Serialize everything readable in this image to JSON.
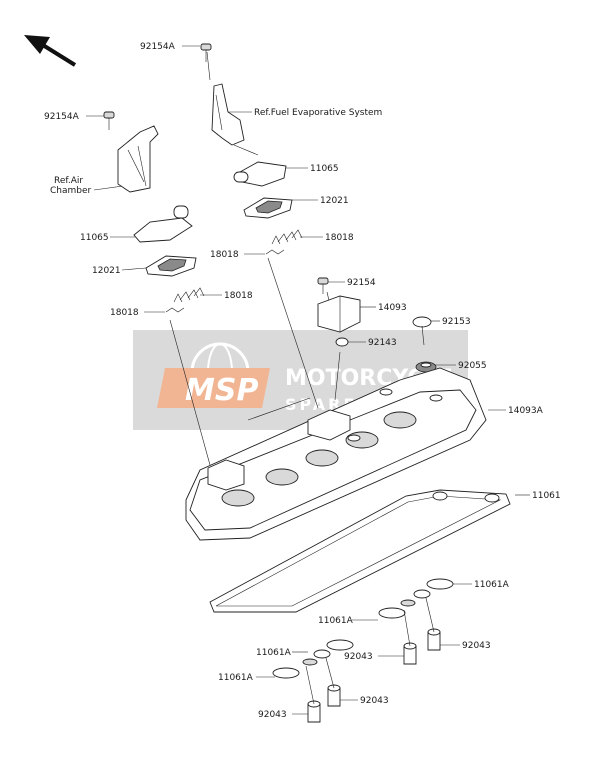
{
  "watermark": {
    "logo_text": "MSP",
    "line1": "MOTORCYCLE",
    "line2": "SPARE PARTS"
  },
  "labels": {
    "p92154A_top": "92154A",
    "ref_fuel": "Ref.Fuel Evaporative System",
    "p11065_r": "11065",
    "p12021_r": "12021",
    "p18018_r1": "18018",
    "p18018_r2": "18018",
    "p92154A_l": "92154A",
    "ref_air_1": "Ref.Air",
    "ref_air_2": "Chamber",
    "p11065_l": "11065",
    "p12021_l": "12021",
    "p18018_l1": "18018",
    "p18018_l2": "18018",
    "p92154": "92154",
    "p14093": "14093",
    "p92153": "92153",
    "p92143": "92143",
    "p92055": "92055",
    "p14093A": "14093A",
    "p11061": "11061",
    "p11061A_1": "11061A",
    "p11061A_2": "11061A",
    "p11061A_3": "11061A",
    "p11061A_4": "11061A",
    "p92043_1": "92043",
    "p92043_2": "92043",
    "p92043_3": "92043",
    "p92043_4": "92043"
  }
}
